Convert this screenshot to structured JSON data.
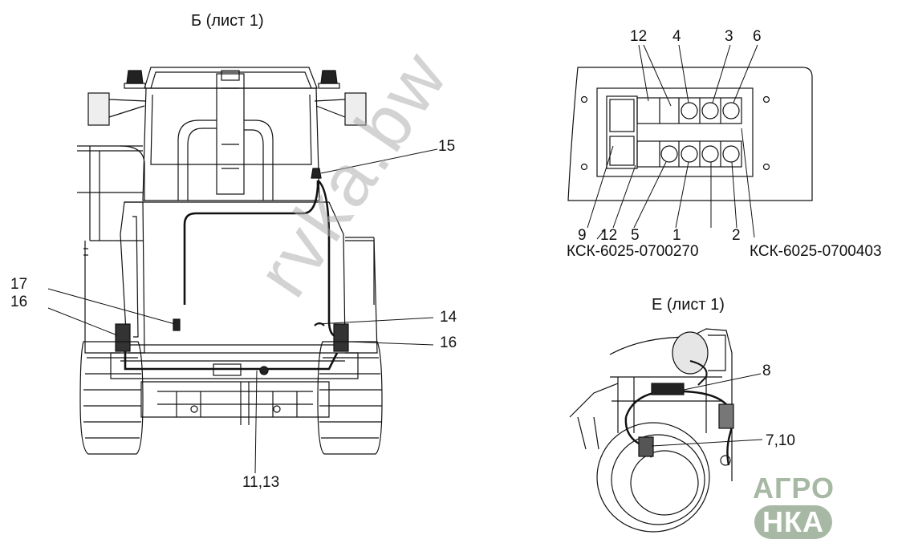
{
  "views": {
    "view_b": {
      "title": "Б (лист 1)",
      "callouts": [
        "15",
        "17",
        "16",
        "14",
        "16",
        "11,13"
      ]
    },
    "panel": {
      "top_callouts": [
        "12",
        "4",
        "3",
        "6"
      ],
      "bottom_callouts": [
        "9",
        "12",
        "5",
        "1",
        "2"
      ],
      "part_numbers": [
        "КСК-6025-0700270",
        "КСК-6025-0700403"
      ]
    },
    "view_e": {
      "title": "Е (лист 1)",
      "callouts": [
        "8",
        "7,10"
      ]
    }
  },
  "watermark": {
    "text": "rvka.bw",
    "logo_left": "АГРО",
    "logo_right": "НКА"
  },
  "colors": {
    "line": "#111111",
    "watermark": "#a7b9a4"
  }
}
